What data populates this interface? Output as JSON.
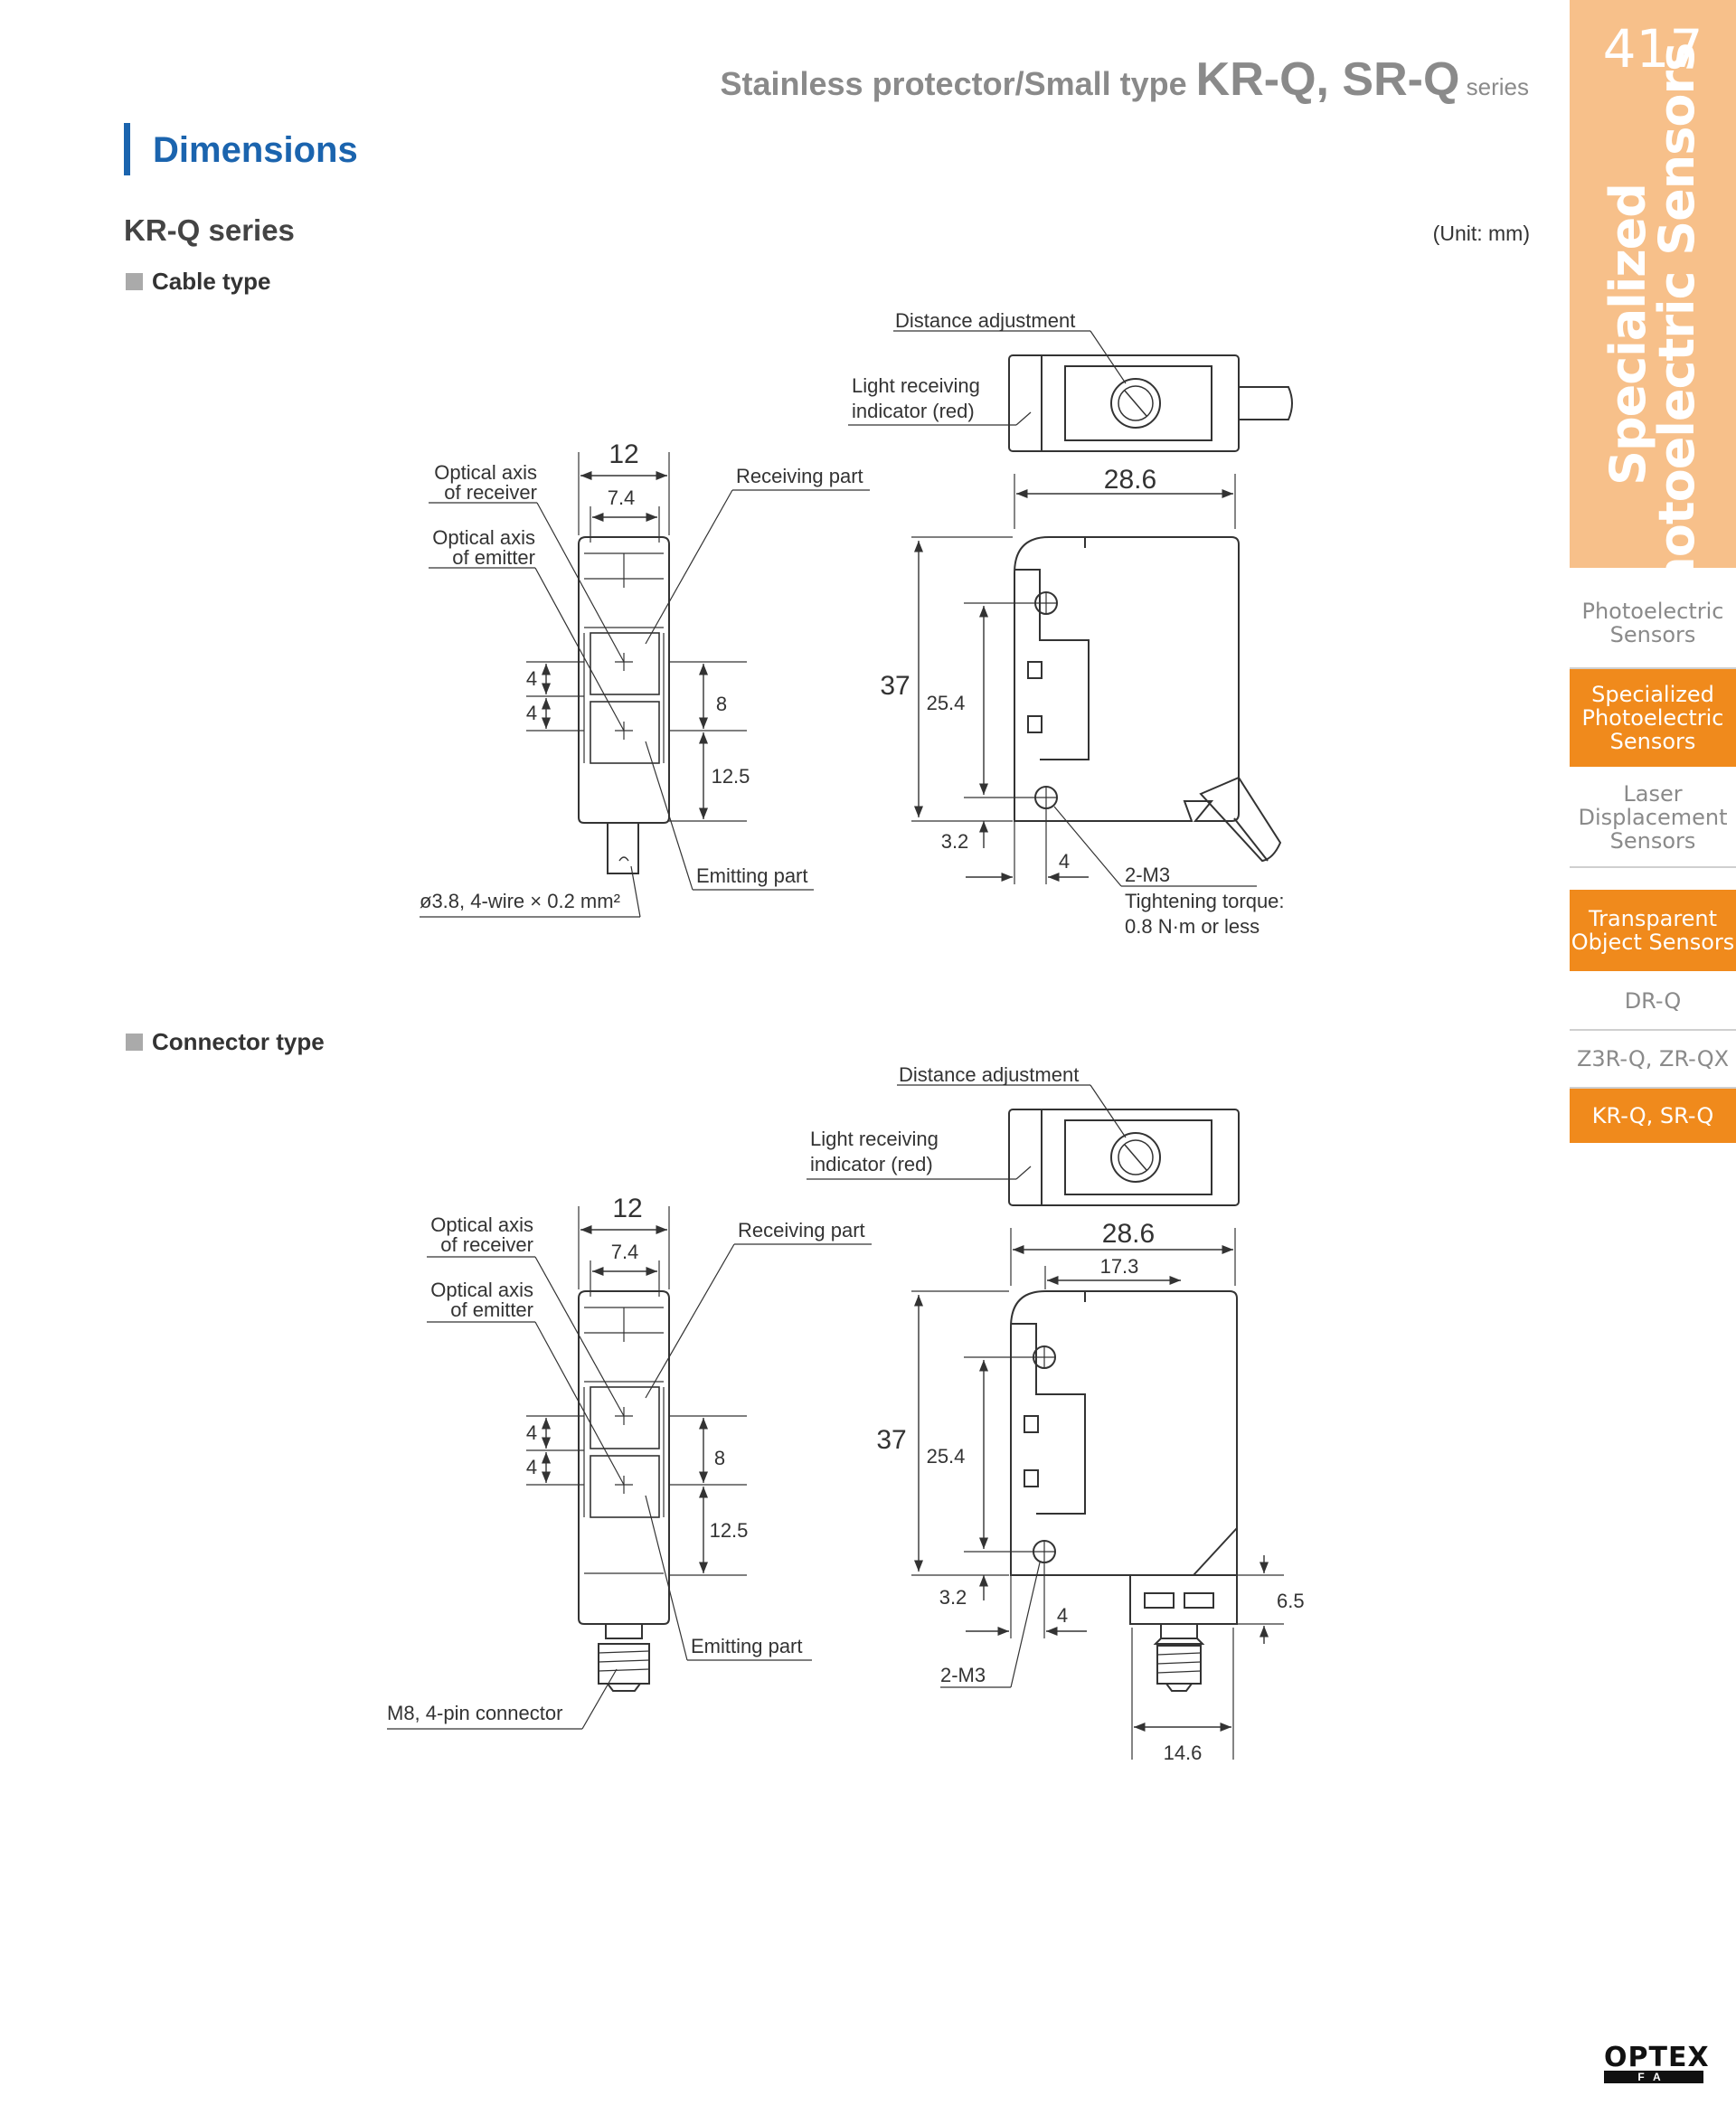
{
  "header": {
    "prefix": "Stainless protector/Small type ",
    "model": "KR-Q, SR-Q",
    "suffix": " series"
  },
  "section_title": "Dimensions",
  "series_title": "KR-Q series",
  "unit_note": "(Unit: mm)",
  "page_number": "417",
  "sidebar": {
    "vertical_title_line1": "Specialized",
    "vertical_title_line2": "Photoelectric Sensors",
    "items": [
      {
        "label": "Photoelectric\nSensors",
        "active": false
      },
      {
        "label": "Specialized\nPhotoelectric\nSensors",
        "active": true
      },
      {
        "label": "Laser\nDisplacement\nSensors",
        "active": false
      },
      {
        "label": "Transparent\nObject Sensors",
        "active": true
      },
      {
        "label": "DR-Q",
        "active": false
      },
      {
        "label": "Z3R-Q, ZR-QX",
        "active": false
      },
      {
        "label": "KR-Q, SR-Q",
        "active": true
      }
    ]
  },
  "cable": {
    "heading": "Cable type",
    "distance_adjustment": "Distance adjustment",
    "light_indicator_1": "Light receiving",
    "light_indicator_2": "indicator (red)",
    "optical_axis_receiver_1": "Optical axis",
    "optical_axis_receiver_2": "of receiver",
    "optical_axis_emitter_1": "Optical axis",
    "optical_axis_emitter_2": "of emitter",
    "receiving_part": "Receiving part",
    "emitting_part": "Emitting part",
    "cable_spec": "ø3.8, 4-wire × 0.2 mm²",
    "screw": "2-M3",
    "torque_1": "Tightening torque:",
    "torque_2": "0.8 N·m or less",
    "dims": {
      "w12": "12",
      "w7_4": "7.4",
      "d4a": "4",
      "d4b": "4",
      "d8": "8",
      "d12_5": "12.5",
      "w28_6": "28.6",
      "h37": "37",
      "h25_4": "25.4",
      "d3_2": "3.2",
      "d4c": "4"
    }
  },
  "connector": {
    "heading": "Connector type",
    "distance_adjustment": "Distance adjustment",
    "light_indicator_1": "Light receiving",
    "light_indicator_2": "indicator (red)",
    "optical_axis_receiver_1": "Optical axis",
    "optical_axis_receiver_2": "of receiver",
    "optical_axis_emitter_1": "Optical axis",
    "optical_axis_emitter_2": "of emitter",
    "receiving_part": "Receiving part",
    "emitting_part": "Emitting part",
    "connector_spec": "M8, 4-pin connector",
    "screw": "2-M3",
    "dims": {
      "w12": "12",
      "w7_4": "7.4",
      "d4a": "4",
      "d4b": "4",
      "d8": "8",
      "d12_5": "12.5",
      "w28_6": "28.6",
      "w17_3": "17.3",
      "h37": "37",
      "h25_4": "25.4",
      "d3_2": "3.2",
      "d4c": "4",
      "d6_5": "6.5",
      "w14_6": "14.6"
    }
  },
  "logo": {
    "top": "OPTEX",
    "bottom": "FA"
  }
}
